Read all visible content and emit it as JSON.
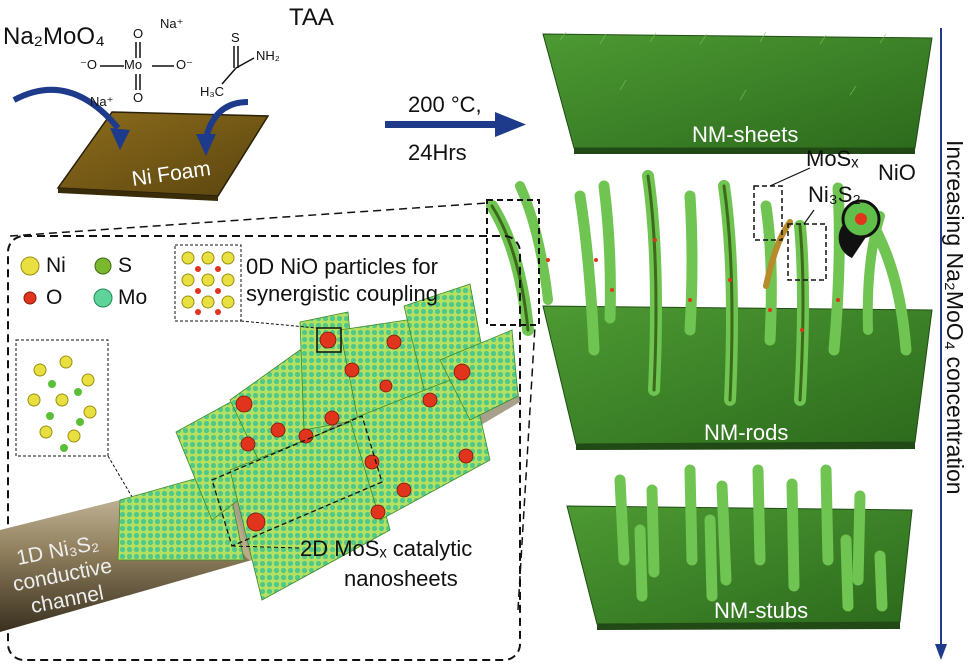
{
  "reactants": {
    "na2moo4": "Na₂MoO₄",
    "taa": "TAA",
    "na_ion": "Na⁺",
    "o_minus": "⁻O",
    "mo": "Mo",
    "o_minus_right": "O⁻",
    "o_top": "O",
    "o_bottom": "O",
    "s_atom": "S",
    "nh2": "NH₂",
    "h3c": "H₃C",
    "ni_foam": "Ni Foam"
  },
  "reaction": {
    "temperature": "200 °C,",
    "time": "24Hrs"
  },
  "structures": {
    "sheets": "NM-sheets",
    "rods": "NM-rods",
    "stubs": "NM-stubs",
    "mos_x": "MoSₓ",
    "ni3s2": "Ni₃S₂",
    "nio": "NiO"
  },
  "side_label": "Increasing Na₂MoO₄ concentration",
  "inset": {
    "legend": [
      {
        "label": "Ni",
        "color": "#e8e040"
      },
      {
        "label": "S",
        "color": "#7ab82e"
      },
      {
        "label": "O",
        "color": "#e0341c"
      },
      {
        "label": "Mo",
        "color": "#5fd49a"
      }
    ],
    "nio_label_1": "0D NiO particles for",
    "nio_label_2": "synergistic coupling",
    "channel_1": "1D Ni₃S₂",
    "channel_2": "conductive",
    "channel_3": "channel",
    "mos_label_1": "2D MoSₓ catalytic",
    "mos_label_2": "nanosheets"
  },
  "colors": {
    "arrow": "#1e3a8a",
    "foam": "#7a5f18",
    "grass": "#3f8f2a",
    "rod": "#6fc452",
    "nio": "#e0341c"
  }
}
